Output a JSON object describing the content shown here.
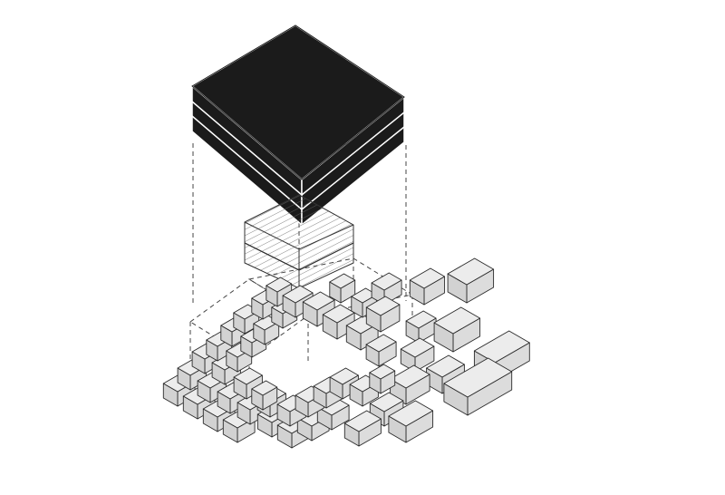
{
  "diagram": {
    "type": "exploded-axonometric",
    "colors": {
      "background": "#ffffff",
      "roof_fill": "#1b1b1b",
      "roof_edge": "#ffffff",
      "block_fill": "#ececec",
      "block_side": "#dcdcdc",
      "line": "#2a2a2a",
      "hatch": "#666666",
      "dashed": "#444444"
    },
    "layers": [
      {
        "id": "roof",
        "label": ""
      },
      {
        "id": "hatched-mass",
        "label": ""
      },
      {
        "id": "dashed-outline",
        "label": ""
      },
      {
        "id": "block-field",
        "label": ""
      }
    ]
  }
}
